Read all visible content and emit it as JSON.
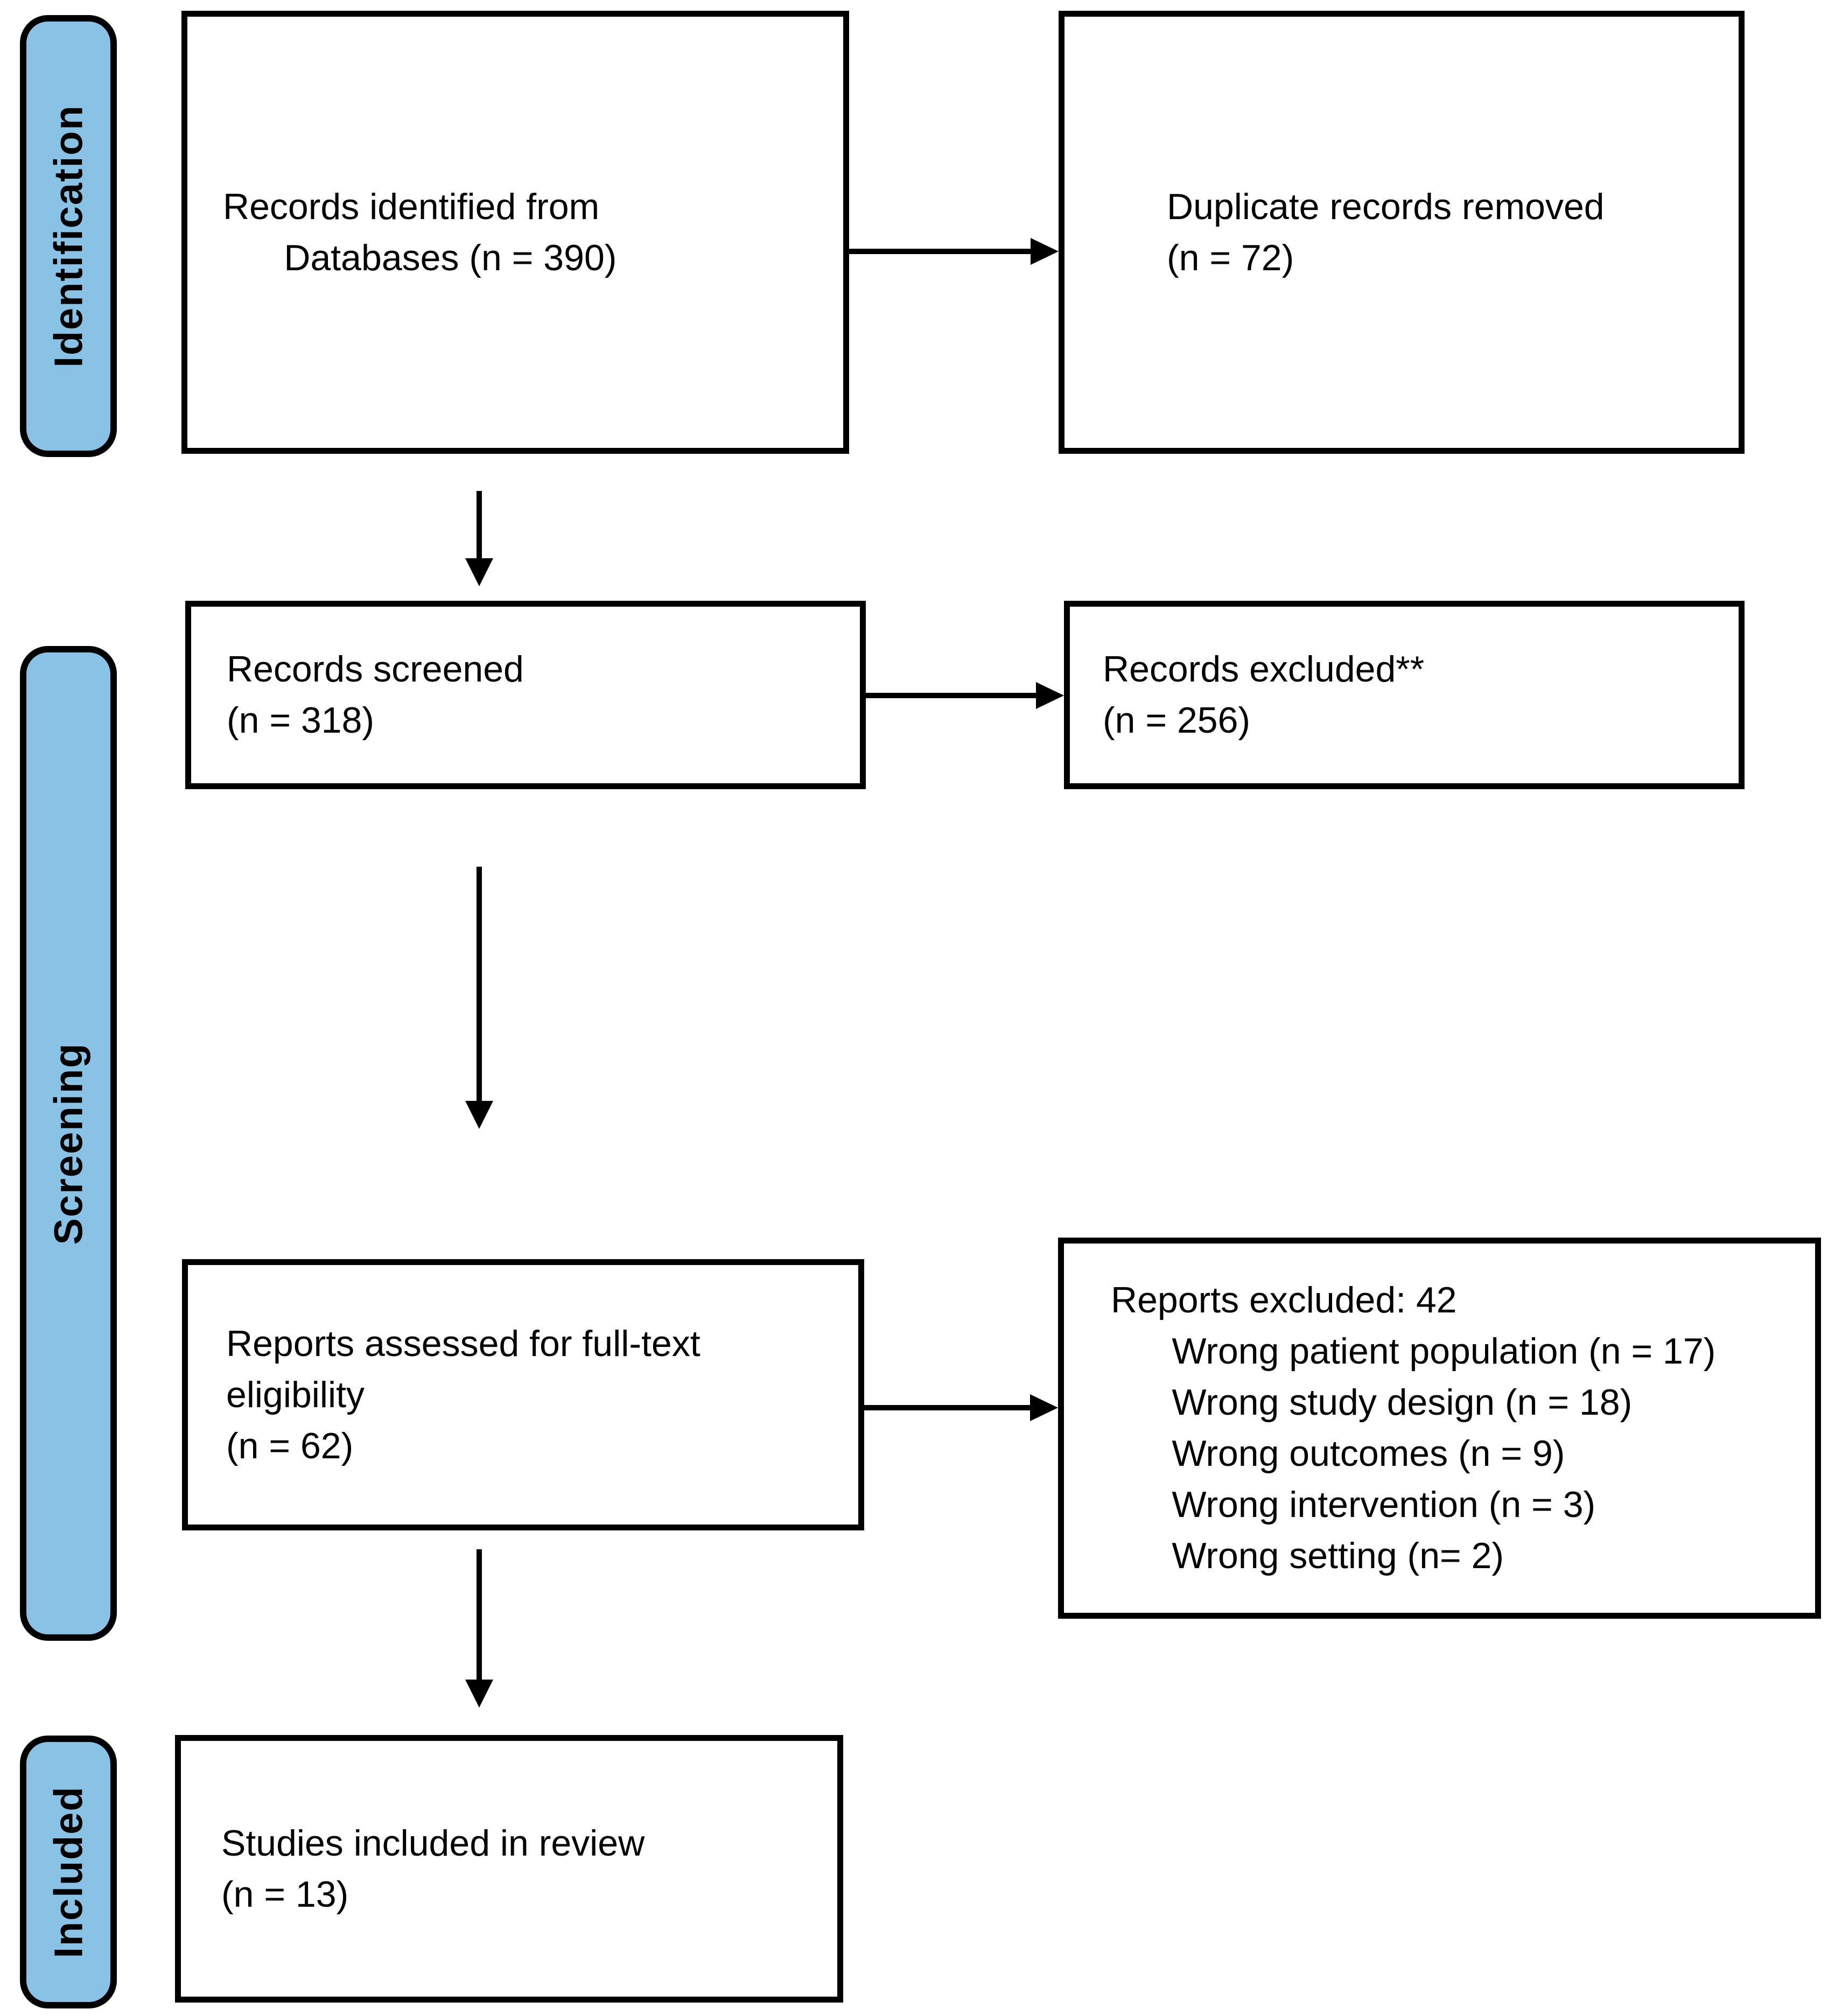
{
  "stages": [
    {
      "label": "Identification"
    },
    {
      "label": "Screening"
    },
    {
      "label": "Included"
    }
  ],
  "boxes": {
    "records_identified": {
      "text": "Records identified from\n      Databases (n = 390)"
    },
    "duplicates_removed": {
      "text": "Duplicate records removed\n(n = 72)"
    },
    "records_screened": {
      "text": "Records screened\n(n = 318)"
    },
    "records_excluded": {
      "text": "Records excluded**\n(n = 256)"
    },
    "reports_assessed": {
      "text": "Reports assessed for full-text\neligibility\n(n = 62)"
    },
    "reports_excluded": {
      "text": "Reports excluded: 42\n      Wrong patient population (n = 17)\n      Wrong study design (n = 18)\n      Wrong outcomes (n = 9)\n      Wrong intervention (n = 3)\n      Wrong setting (n= 2)"
    },
    "studies_included": {
      "text": "Studies included in review\n(n = 13)"
    }
  },
  "colors": {
    "stage_fill": "#89C2E4",
    "line": "#000000",
    "box_fill": "#ffffff"
  }
}
